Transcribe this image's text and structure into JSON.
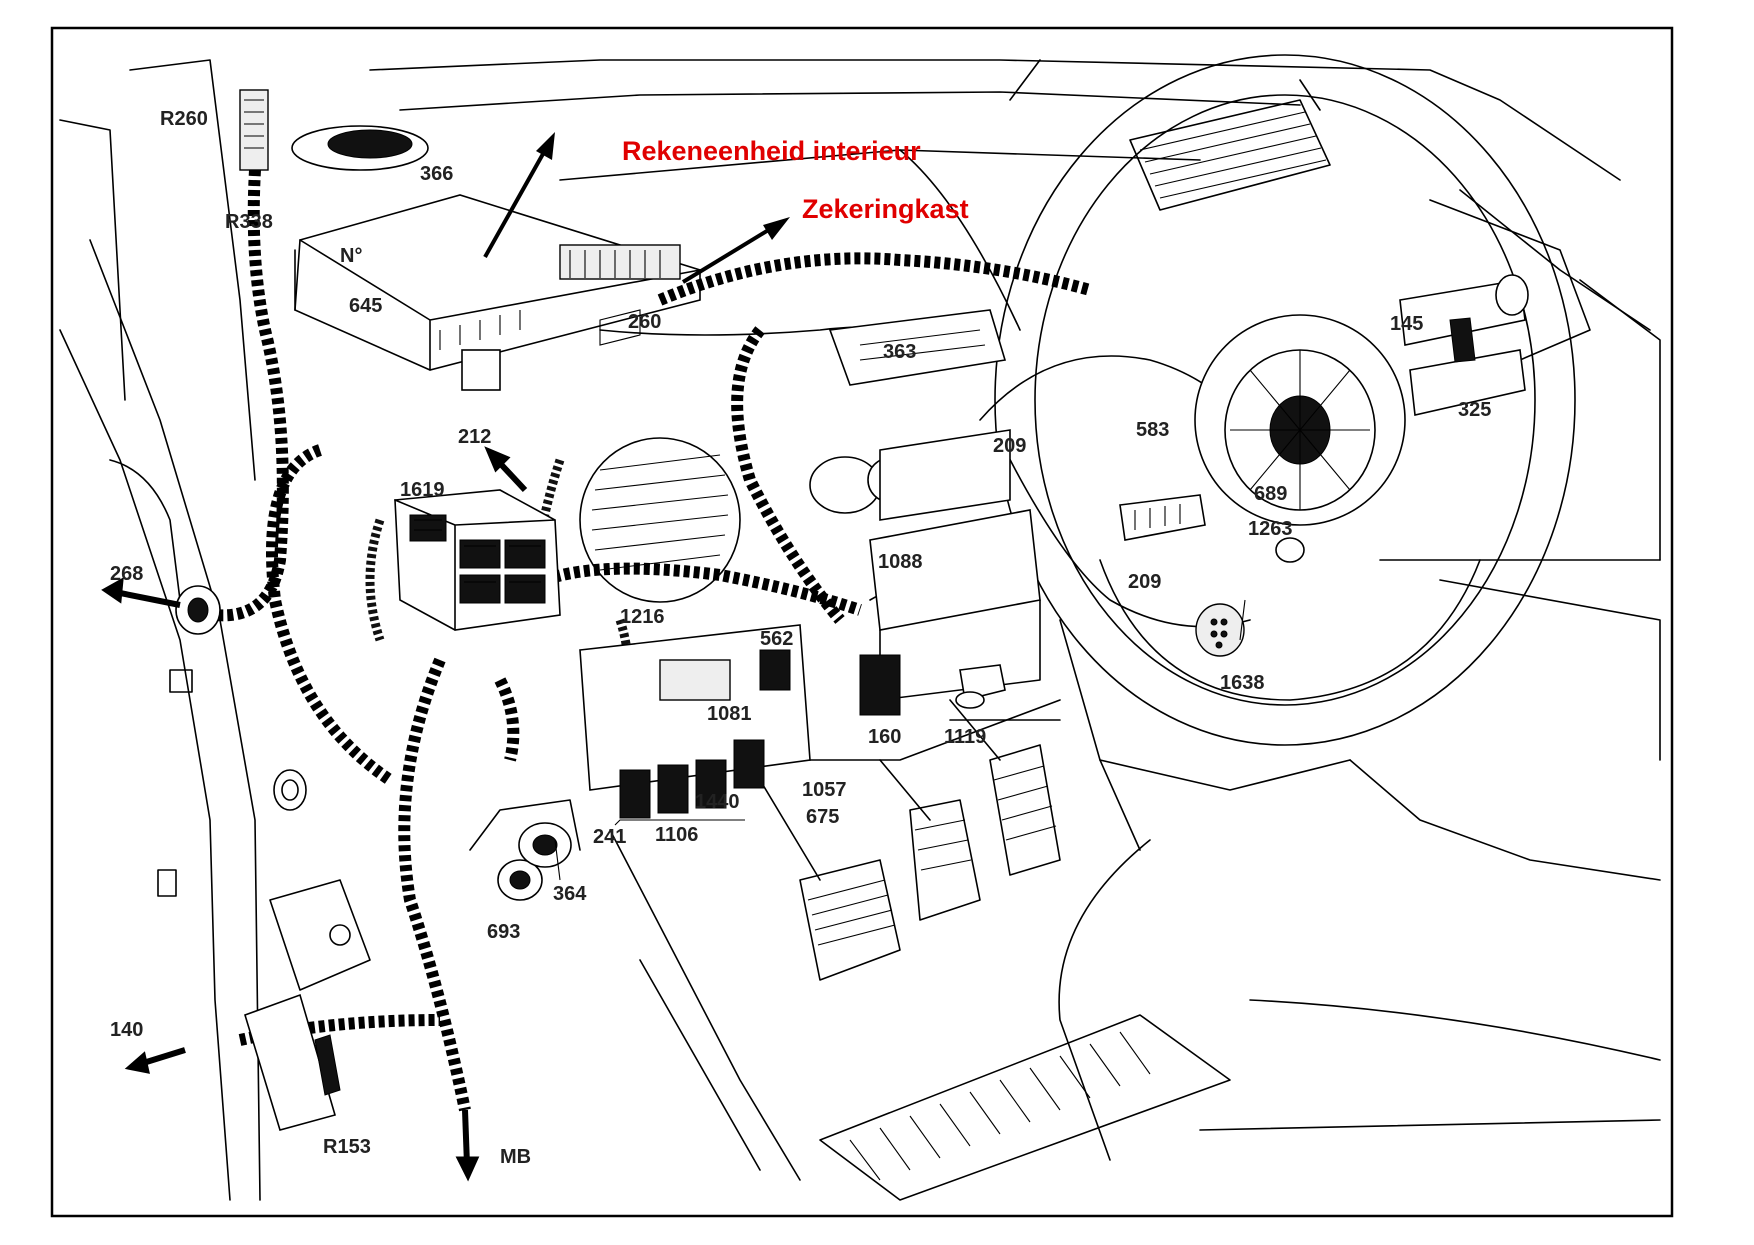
{
  "labels": {
    "r260": "R260",
    "n366": "366",
    "r338": "R338",
    "n_deg": "N°",
    "n645": "645",
    "n260": "260",
    "n363": "363",
    "n145": "145",
    "n325": "325",
    "n583": "583",
    "n209a": "209",
    "n689": "689",
    "n1263": "1263",
    "n209b": "209",
    "n212": "212",
    "n1619": "1619",
    "n268": "268",
    "n1088": "1088",
    "n1216": "1216",
    "n562": "562",
    "n1081": "1081",
    "n1638": "1638",
    "n160": "160",
    "n1119": "1119",
    "n1440": "1440",
    "n1057": "1057",
    "n675": "675",
    "n241": "241",
    "n1106": "1106",
    "n364": "364",
    "n693": "693",
    "n140": "140",
    "r153": "R153",
    "mb": "MB"
  },
  "annotations": {
    "computer_unit": "Rekeneenheid interieur",
    "fuse_box": "Zekeringkast"
  },
  "colors": {
    "annotation": "#e00000",
    "line": "#000000",
    "label": "#222222"
  }
}
